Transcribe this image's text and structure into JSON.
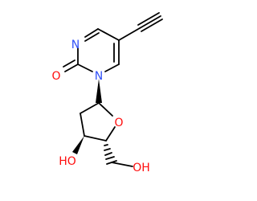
{
  "molecule": {
    "atoms": {
      "n_top": "N",
      "n_bottom": "N",
      "o_carbonyl": "O",
      "o_ring": "O",
      "hydroxyl_left": "HO",
      "hydroxyl_right": "OH"
    }
  },
  "colors": {
    "nitrogen": "#3050F8",
    "oxygen": "#FF0D0D",
    "bond": "#000000",
    "background": "#ffffff"
  }
}
